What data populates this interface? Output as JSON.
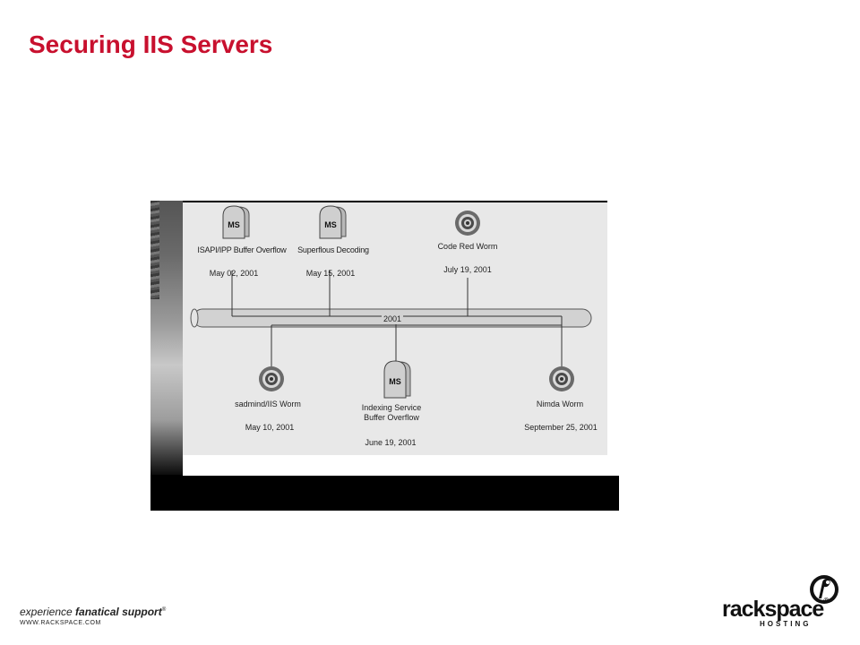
{
  "slide": {
    "title": "Securing IIS Servers"
  },
  "timeline": {
    "year_label": "2001",
    "events": [
      {
        "icon": "MS",
        "name": "ISAPI/IPP Buffer Overflow",
        "date": "May 02, 2001",
        "position": "above"
      },
      {
        "icon": "MS",
        "name": "Superflous Decoding",
        "date": "May 15, 2001",
        "position": "above"
      },
      {
        "icon": "target",
        "name": "Code Red Worm",
        "date": "July 19, 2001",
        "position": "above"
      },
      {
        "icon": "target",
        "name": "sadmind/IIS Worm",
        "date": "May 10, 2001",
        "position": "below"
      },
      {
        "icon": "MS",
        "name_line1": "Indexing Service",
        "name_line2": "Buffer Overflow",
        "date": "June 19, 2001",
        "position": "below"
      },
      {
        "icon": "target",
        "name": "Nimda Worm",
        "date": "September 25, 2001",
        "position": "below"
      }
    ]
  },
  "footer": {
    "tagline_plain": "experience ",
    "tagline_bold": "fanatical support",
    "tagline_mark": "®",
    "website": "WWW.RACKSPACE.COM"
  },
  "logo": {
    "wordmark": "rackspace",
    "reg": "®",
    "subtitle": "HOSTING"
  },
  "colors": {
    "title": "#c8102e",
    "canvas": "#e8e8e8",
    "frame": "#000000"
  }
}
